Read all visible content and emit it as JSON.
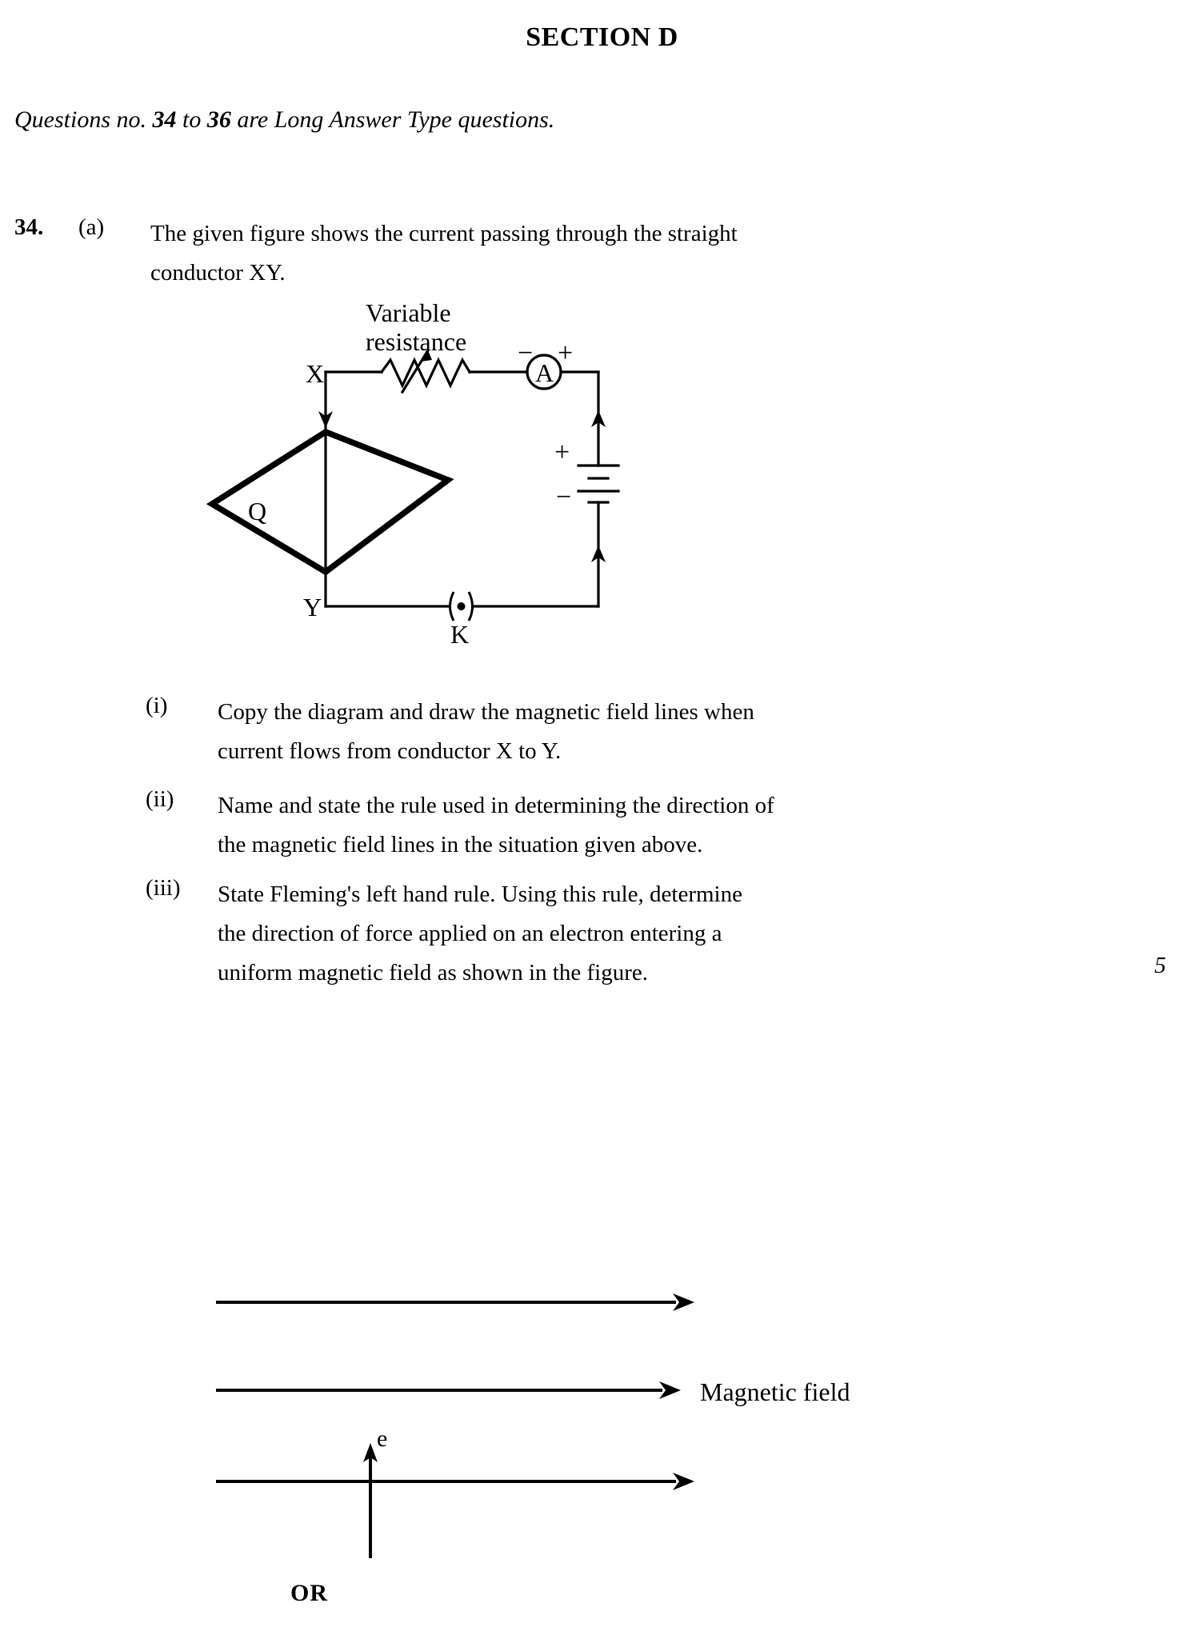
{
  "page": {
    "section_heading": "SECTION D",
    "instruction_prefix": "Questions no. ",
    "instruction_bold_1": "34",
    "instruction_mid": " to ",
    "instruction_bold_2": "36",
    "instruction_suffix": " are Long Answer Type questions.",
    "or_label": "OR"
  },
  "question": {
    "number": "34.",
    "part": "(a)",
    "stem_line_1": "The given figure shows the current passing through the straight",
    "stem_line_2": "conductor XY.",
    "marks": "5"
  },
  "sub_items": [
    {
      "label": "(i)",
      "line_1": "Copy the diagram and draw the magnetic field lines when",
      "line_2": "current flows from conductor X to Y."
    },
    {
      "label": "(ii)",
      "line_1": "Name and state the rule used in determining the direction of",
      "line_2": "the magnetic field lines in the situation given above."
    },
    {
      "label": "(iii)",
      "line_1": "State Fleming's left hand rule. Using this rule, determine",
      "line_2": "the direction of force applied on an electron entering a",
      "line_3": "uniform magnetic field as  shown in the figure."
    }
  ],
  "circuit_figure": {
    "label_variable_resistance_line1": "Variable",
    "label_variable_resistance_line2": "resistance",
    "label_x": "X",
    "label_y": "Y",
    "label_q": "Q",
    "label_k": "K",
    "label_ammeter": "A",
    "ammeter_minus": "−",
    "ammeter_plus": "+",
    "battery_plus": "+",
    "battery_minus": "−"
  },
  "field_figure": {
    "label_magnetic_field": "Magnetic field",
    "label_electron": "e"
  },
  "colors": {
    "ink": "#000000",
    "paper": "#ffffff"
  }
}
